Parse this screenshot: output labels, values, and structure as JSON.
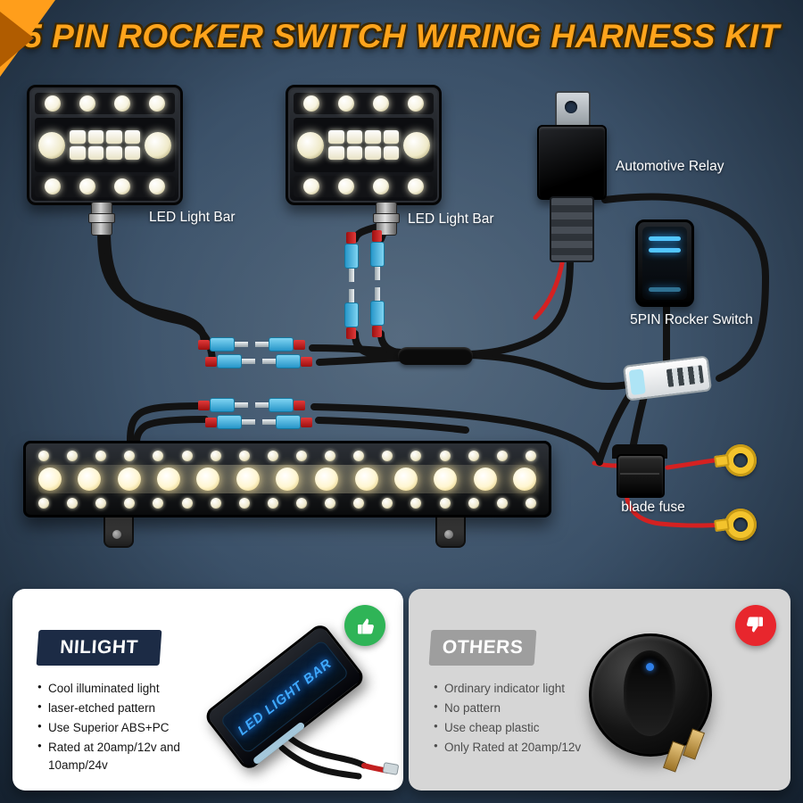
{
  "header": {
    "title": "5 PIN ROCKER SWITCH WIRING HARNESS KIT"
  },
  "diagram": {
    "labels": {
      "pod1": "LED Light Bar",
      "pod2": "LED Light Bar",
      "relay": "Automotive Relay",
      "switch": "5PIN Rocker Switch",
      "fuse": "blade fuse"
    },
    "switch_face_text": "LED LIGHT BAR"
  },
  "comparison": {
    "nilight": {
      "name": "NILIGHT",
      "bullets": [
        "Cool illuminated light",
        "laser-etched pattern",
        "Use Superior ABS+PC",
        "Rated at 20amp/12v and 10amp/24v"
      ],
      "verdict_icon": "thumbs-up"
    },
    "others": {
      "name": "OTHERS",
      "bullets": [
        "Ordinary indicator light",
        "No pattern",
        "Use cheap plastic",
        "Only Rated at 20amp/12v"
      ],
      "verdict_icon": "thumbs-down"
    }
  },
  "colors": {
    "title": "#ffa41c",
    "ribbon": "#ff9e1b",
    "background_top": "#4d6379",
    "background_deep": "#16273a",
    "wire": "#121212",
    "red_wire": "#d42121",
    "connector_blue": "#2f9fd0",
    "led_glow": "#fff6d2",
    "switch_glow": "#53c6ff",
    "ring_terminal": "#f3c32c",
    "nilight_badge": "#1c2b45",
    "others_badge": "#9e9e9e",
    "good": "#2fb457",
    "bad": "#e8262d",
    "panel_left": "#ffffff",
    "panel_right": "#d6d6d6"
  }
}
